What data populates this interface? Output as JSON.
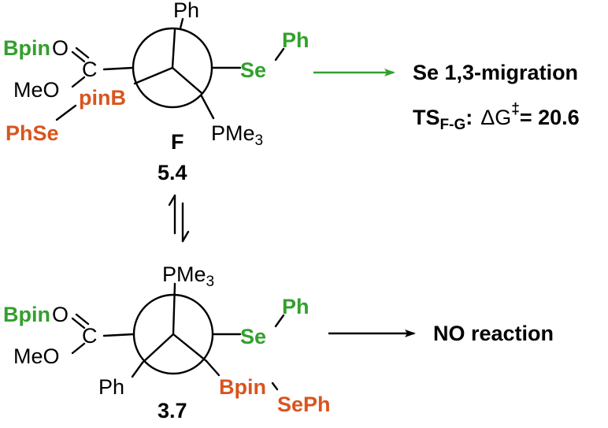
{
  "colors": {
    "green": "#33a02c",
    "orange": "#d9541e",
    "black": "#000000"
  },
  "top": {
    "back_top": "Ph",
    "front_left_bpin": "Bpin",
    "front_left_o1": "O",
    "front_left_c": "C",
    "front_left_meo": "MeO",
    "front_left_pinb": "pinB",
    "front_left_phse": "PhSe",
    "front_right_se": "Se",
    "front_right_ph": "Ph",
    "front_bottom_pme": "PMe",
    "front_bottom_sub": "3",
    "label": "F",
    "energy": "5.4",
    "arrow_color": "#33a02c",
    "result": "Se 1,3-migration",
    "ts_prefix": "TS",
    "ts_sub": "F-G",
    "ts_colon": ":",
    "ts_delta": "ΔG",
    "ts_dagger": "‡",
    "ts_value": "= 20.6"
  },
  "bottom": {
    "top_pme": "PMe",
    "top_sub": "3",
    "front_left_bpin": "Bpin",
    "front_left_o1": "O",
    "front_left_c": "C",
    "front_left_meo": "MeO",
    "front_right_se": "Se",
    "front_right_ph": "Ph",
    "bottom_left_ph": "Ph",
    "bottom_right_bpin": "Bpin",
    "bottom_right_seph": "SePh",
    "energy": "3.7",
    "arrow_color": "#000000",
    "result": "NO reaction"
  }
}
